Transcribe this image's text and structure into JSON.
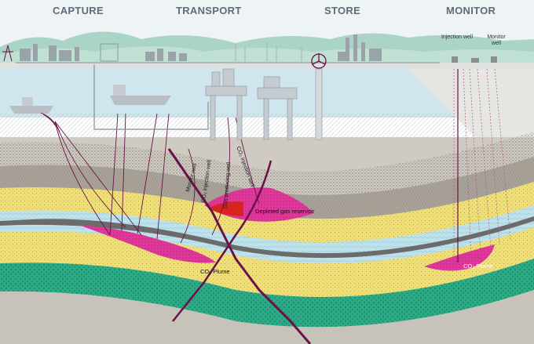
{
  "stages": {
    "capture": "CAPTURE",
    "transport": "TRANSPORT",
    "store": "STORE",
    "monitor": "MONITOR"
  },
  "wells": {
    "injection": "Injection well",
    "monitor": "Monitor well",
    "monitor_well_fault": "Monitor well",
    "co2_injection_1": "CO₂ injection well",
    "gas_producing": "Gas producing well",
    "co2_injection_2": "CO₂ injection well"
  },
  "reservoir": {
    "depleted": "Depleted gas reservoir",
    "plume_left": "CO₂ Plume",
    "plume_right": "CO₂ Plume"
  },
  "colors": {
    "sky": "#eef4f6",
    "hills": "#a9d4c6",
    "sea": "#cfe6ef",
    "shore": "#dfe1de",
    "rock": "#cfcbc3",
    "yellow": "#f0e07a",
    "teal": "#2bab86",
    "magenta": "#e0389a",
    "red": "#d8231f",
    "well": "#6a1247"
  }
}
